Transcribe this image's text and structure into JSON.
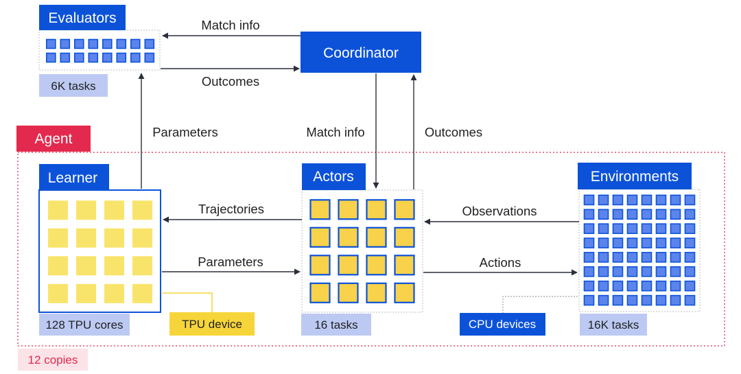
{
  "colors": {
    "blue": "#0c52d9",
    "light_blue_box": "#bccaf3",
    "agent_red": "#e3294d",
    "agent_pink_bg": "#fbe3e8",
    "tpu_yellow": "#f6d53a",
    "cell_yellow": "#f9e46b",
    "actor_cell_fill": "#f7d24a",
    "env_cell_fill": "#5b84ec"
  },
  "nodes": {
    "evaluators": {
      "title": "Evaluators",
      "count": "6K tasks"
    },
    "coordinator": {
      "title": "Coordinator"
    },
    "learner": {
      "title": "Learner",
      "count": "128 TPU cores"
    },
    "actors": {
      "title": "Actors",
      "count": "16 tasks"
    },
    "environments": {
      "title": "Environments",
      "count": "16K tasks"
    }
  },
  "edges": {
    "coord_to_eval": "Match info",
    "eval_to_coord": "Outcomes",
    "learner_to_eval": "Parameters",
    "coord_to_actors": "Match info",
    "actors_to_coord": "Outcomes",
    "actors_to_learner": "Trajectories",
    "learner_to_actors": "Parameters",
    "env_to_actors": "Observations",
    "actors_to_env": "Actions"
  },
  "labels": {
    "agent": "Agent",
    "copies": "12 copies",
    "tpu_device": "TPU device",
    "cpu_devices": "CPU devices"
  },
  "grids": {
    "evaluators": {
      "rows": 2,
      "cols": 8
    },
    "learner": {
      "rows": 4,
      "cols": 4
    },
    "actors": {
      "rows": 4,
      "cols": 4
    },
    "environments": {
      "rows": 8,
      "cols": 8
    }
  }
}
